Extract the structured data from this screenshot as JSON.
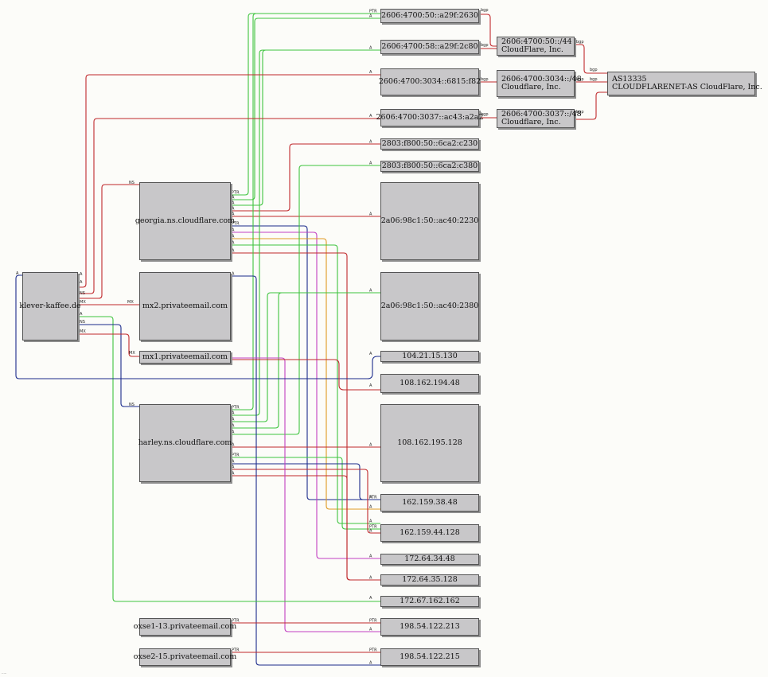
{
  "nodes": {
    "domain": "klever-kaffee.de",
    "georgia": "georgia.ns.cloudflare.com",
    "harley": "harley.ns.cloudflare.com",
    "mx2": "mx2.privateemail.com",
    "mx1": "mx1.privateemail.com",
    "oxse1": "oxse1-13.privateemail.com",
    "oxse2": "oxse2-15.privateemail.com",
    "ip_a29f_2630": "2606:4700:50::a29f:2630",
    "ip_a29f_2c80": "2606:4700:58::a29f:2c80",
    "ip_6815_f82": "2606:4700:3034::6815:f82",
    "ip_ac43_a2a2": "2606:4700:3037::ac43:a2a2",
    "ip_6ca2_c230": "2803:f800:50::6ca2:c230",
    "ip_6ca2_c380": "2803:f800:50::6ca2:c380",
    "ip_ac40_2230": "2a06:98c1:50::ac40:2230",
    "ip_ac40_2380": "2a06:98c1:50::ac40:2380",
    "ip_104_21_15_130": "104.21.15.130",
    "ip_108_162_194_48": "108.162.194.48",
    "ip_108_162_195_128": "108.162.195.128",
    "ip_162_159_38_48": "162.159.38.48",
    "ip_162_159_44_128": "162.159.44.128",
    "ip_172_64_34_48": "172.64.34.48",
    "ip_172_64_35_128": "172.64.35.128",
    "ip_172_67_162_162": "172.67.162.162",
    "ip_198_54_122_213": "198.54.122.213",
    "ip_198_54_122_215": "198.54.122.215",
    "net_50_44": {
      "prefix": "2606:4700:50::/44",
      "org": "CloudFlare, Inc."
    },
    "net_3034_48": {
      "prefix": "2606:4700:3034::/48",
      "org": "Cloudflare, Inc."
    },
    "net_3037_48": {
      "prefix": "2606:4700:3037::/48",
      "org": "Cloudflare, Inc."
    },
    "asn": {
      "number": "AS13335",
      "name": "CLOUDFLARENET-AS CloudFlare, Inc."
    }
  },
  "edge_labels": {
    "a": "A",
    "ns": "NS",
    "mx": "MX",
    "ptr": "PTR",
    "bgp": "bgp"
  },
  "colors": {
    "red": "#c0282c",
    "green": "#3ec43e",
    "navy": "#1a2a8c",
    "magenta": "#c23fc2",
    "orange": "#e09a22"
  }
}
